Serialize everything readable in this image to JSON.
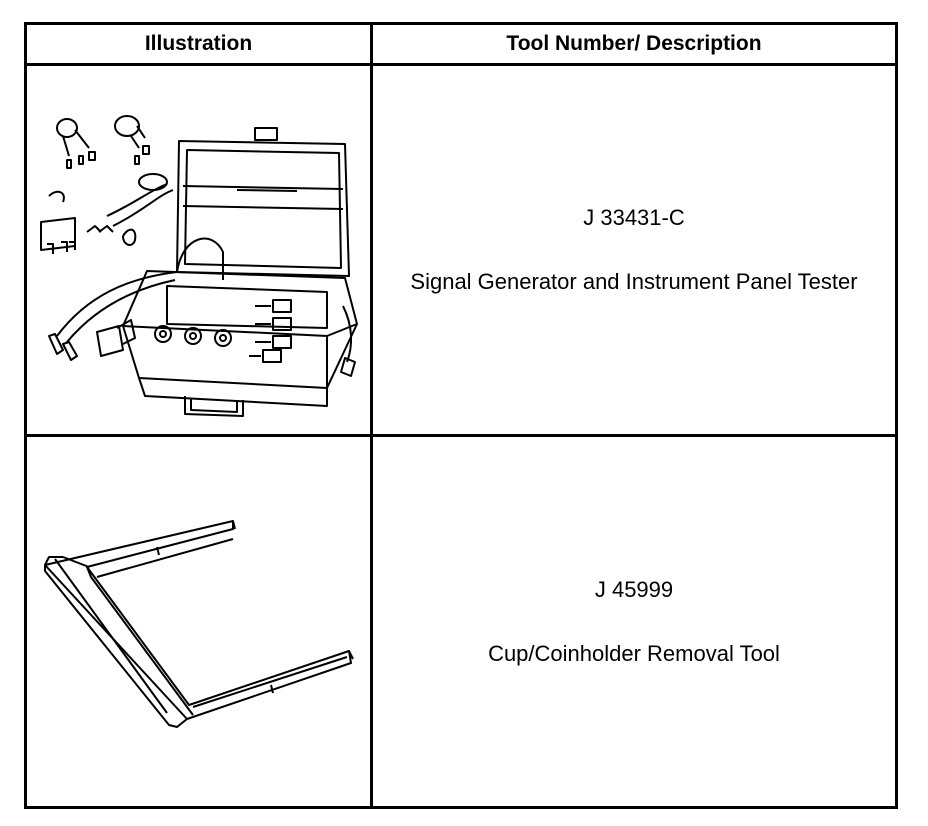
{
  "table": {
    "headers": {
      "illustration": "Illustration",
      "tool": "Tool Number/ Description"
    },
    "rows": [
      {
        "tool_number": "J 33431-C",
        "description": "Signal Generator and Instrument Panel Tester",
        "icon": "signal-generator-kit-illustration"
      },
      {
        "tool_number": "J 45999",
        "description": "Cup/Coinholder Removal Tool",
        "icon": "removal-tool-illustration"
      }
    ]
  }
}
